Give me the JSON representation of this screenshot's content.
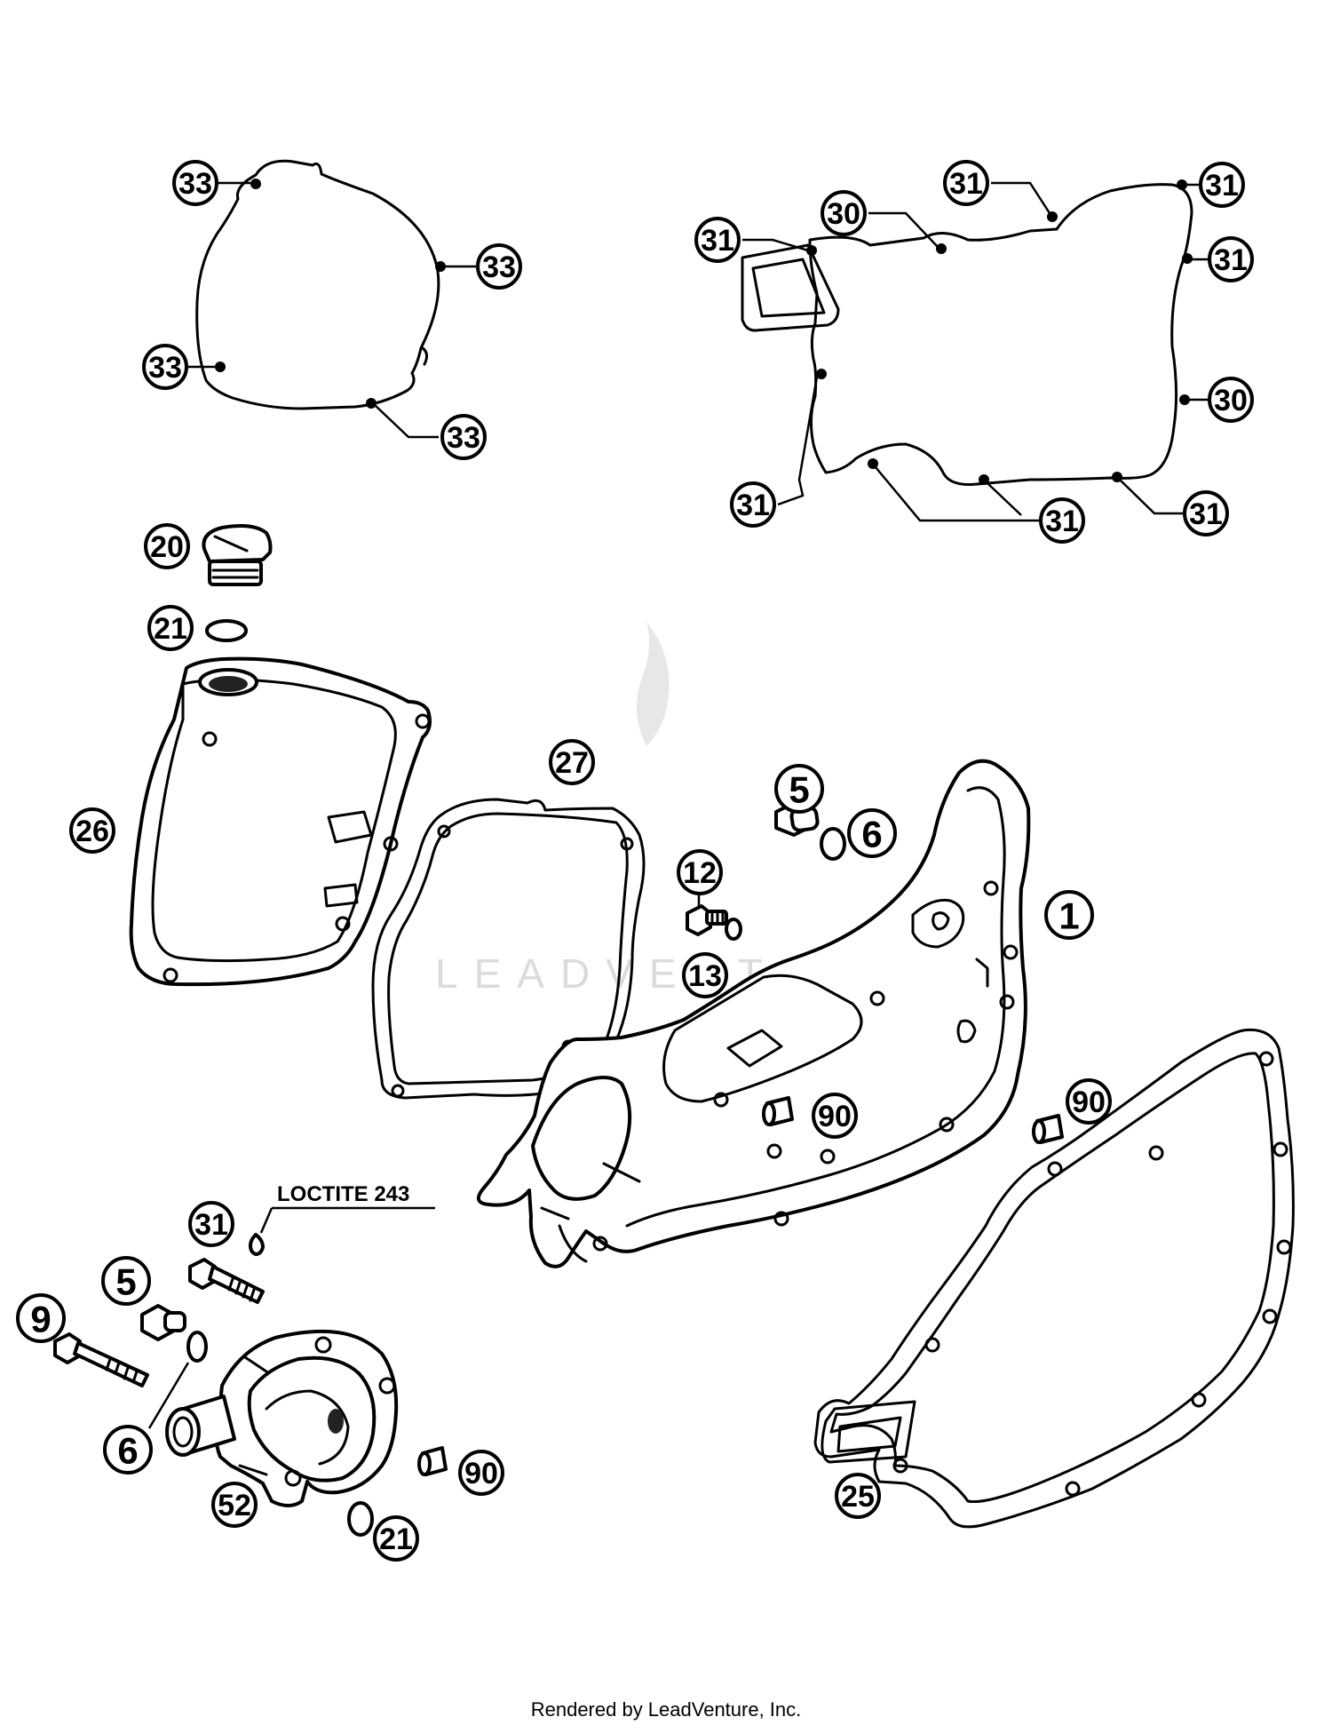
{
  "watermark": "LEADVENTURE",
  "annotation": "LOCTITE 243",
  "footer": "Rendered by LeadVenture, Inc.",
  "callouts": [
    "33",
    "33",
    "33",
    "33",
    "31",
    "30",
    "31",
    "31",
    "31",
    "31",
    "30",
    "31",
    "31",
    "31",
    "20",
    "21",
    "26",
    "27",
    "5",
    "6",
    "12",
    "13",
    "1",
    "90",
    "90",
    "31",
    "5",
    "9",
    "6",
    "52",
    "90",
    "21",
    "25"
  ]
}
